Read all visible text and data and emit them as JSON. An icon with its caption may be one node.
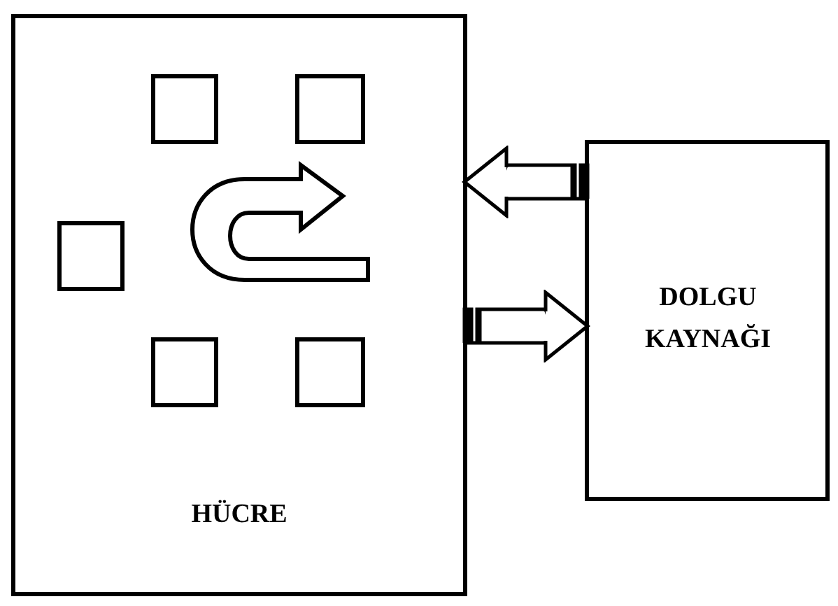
{
  "diagram": {
    "nodes": [
      {
        "text": [
          "HÜCRE"
        ]
      },
      {
        "text": [],
        "shape": "box",
        "in": 0
      },
      {
        "text": [],
        "shape": "box",
        "in": 0
      },
      {
        "text": [],
        "shape": "box",
        "in": 0
      },
      {
        "text": [],
        "shape": "box",
        "in": 0
      },
      {
        "text": [],
        "shape": "box",
        "in": 0
      },
      {
        "text": [
          "DOLGU KAYNAĞI"
        ]
      }
    ],
    "edges": [
      {
        "from": 6,
        "to": 0,
        "arrow": "to"
      },
      {
        "from": 0,
        "to": 6,
        "arrow": "to"
      }
    ]
  }
}
